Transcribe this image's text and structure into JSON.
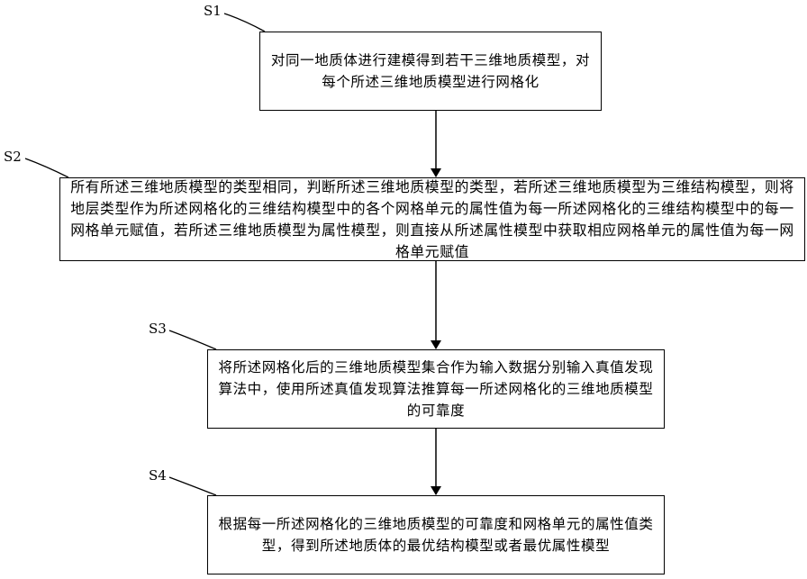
{
  "steps": [
    {
      "label": "S1",
      "text": "对同一地质体进行建模得到若干三维地质模型，对每个所述三维地质模型进行网格化"
    },
    {
      "label": "S2",
      "text": "所有所述三维地质模型的类型相同，判断所述三维地质模型的类型，若所述三维地质模型为三维结构模型，则将地层类型作为所述网格化的三维结构模型中的各个网格单元的属性值为每一所述网格化的三维结构模型中的每一网格单元赋值，若所述三维地质模型为属性模型，则直接从所述属性模型中获取相应网格单元的属性值为每一网格单元赋值"
    },
    {
      "label": "S3",
      "text": "将所述网格化后的三维地质模型集合作为输入数据分别输入真值发现算法中，使用所述真值发现算法推算每一所述网格化的三维地质模型的可靠度"
    },
    {
      "label": "S4",
      "text": "根据每一所述网格化的三维地质模型的可靠度和网格单元的属性值类型，得到所述地质体的最优结构模型或者最优属性模型"
    }
  ],
  "colors": {
    "line": "#000000",
    "box_border": "#000000",
    "background": "#ffffff"
  }
}
